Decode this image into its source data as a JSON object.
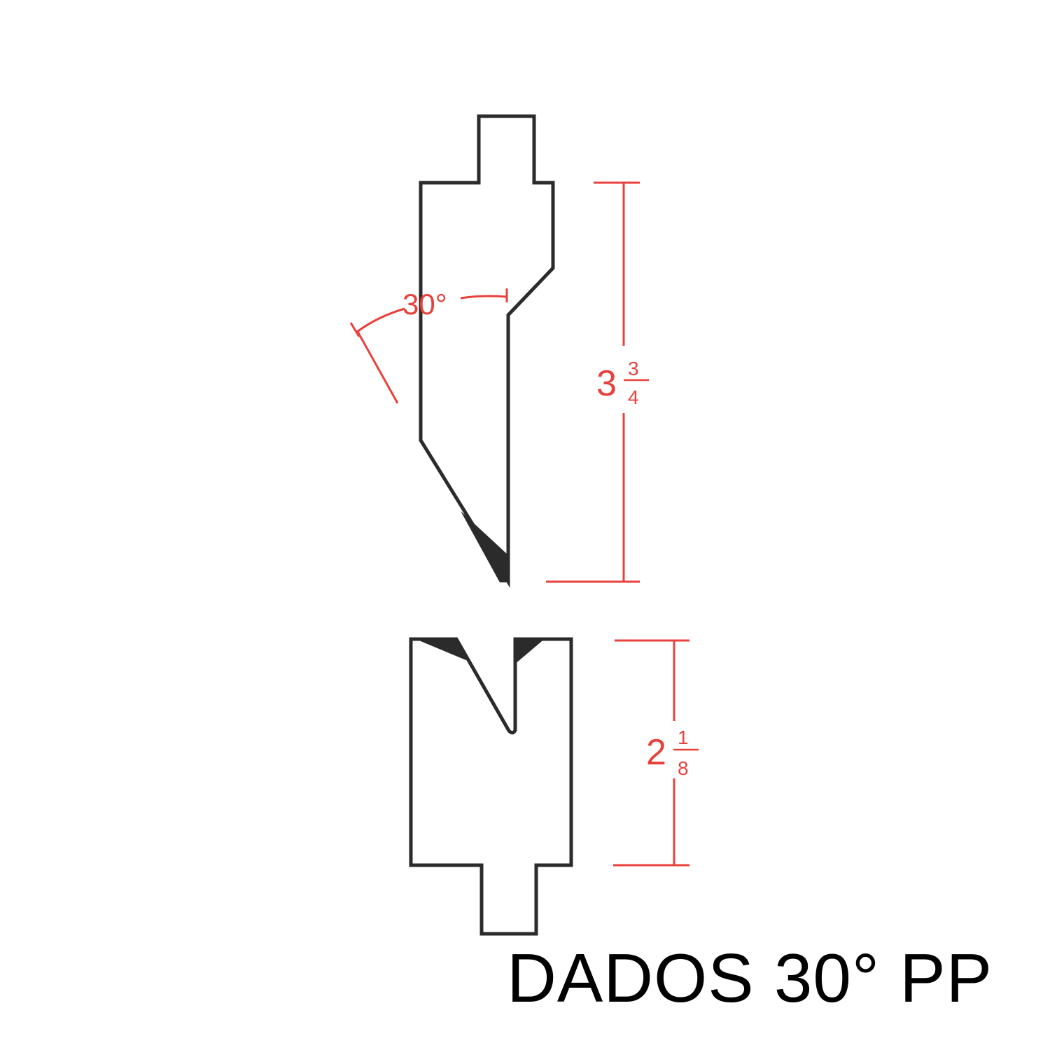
{
  "title": "DADOS 30° PP",
  "punch": {
    "angle_label": "30°",
    "height": {
      "whole": "3",
      "numerator": "3",
      "denominator": "4"
    }
  },
  "die": {
    "height": {
      "whole": "2",
      "numerator": "1",
      "denominator": "8"
    }
  },
  "colors": {
    "outline": "#2b2b2b",
    "dimension": "#e8413c",
    "title": "#000000"
  }
}
